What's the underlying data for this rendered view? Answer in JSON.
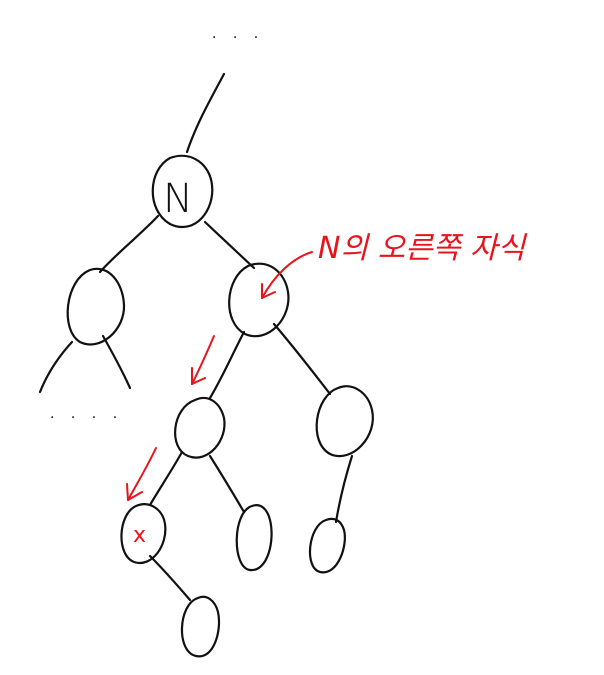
{
  "diagram": {
    "root_label": "N",
    "target_label": "x",
    "annotation": "N의 오른쪽 자식",
    "ellipsis_top": ". . .",
    "ellipsis_left": ". . . ."
  },
  "colors": {
    "ink": "#111111",
    "highlight": "#e8141c"
  }
}
